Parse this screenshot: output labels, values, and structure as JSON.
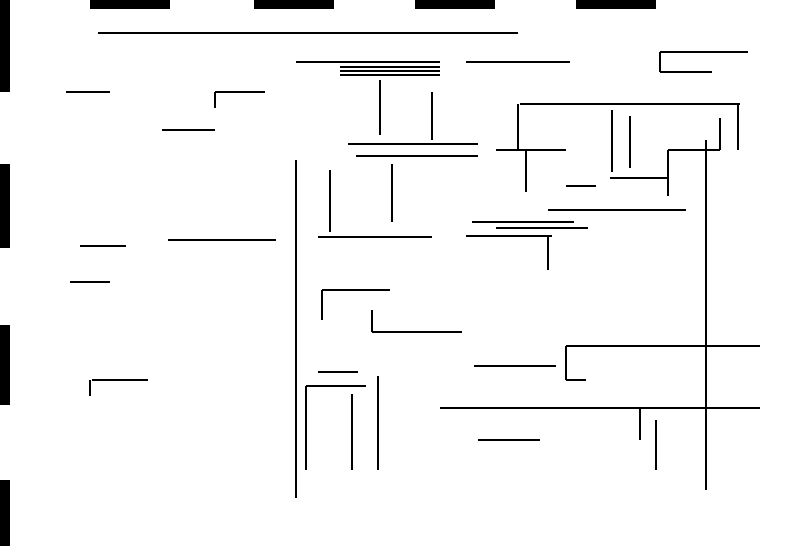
{
  "document": {
    "kind": "scanned schematic diagram (low resolution, labels illegible)",
    "foreground_color": "#000000",
    "background_color": "#ffffff"
  },
  "header_bars": [
    {
      "id": "bar-1"
    },
    {
      "id": "bar-2"
    },
    {
      "id": "bar-3"
    },
    {
      "id": "bar-4"
    }
  ],
  "binding_marks": [
    {
      "id": "mark-top"
    },
    {
      "id": "mark-upper-mid"
    },
    {
      "id": "mark-lower-mid"
    },
    {
      "id": "mark-bottom"
    }
  ],
  "icons": {
    "page_edge": "binding-hole-icon",
    "header": "header-block-icon"
  }
}
